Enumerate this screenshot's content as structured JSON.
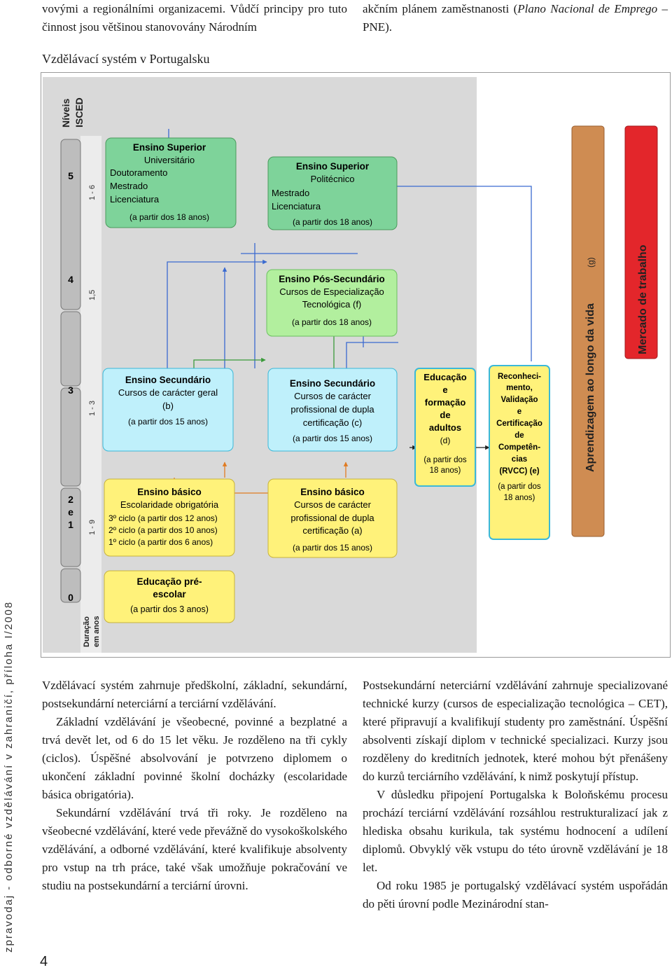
{
  "top_left": "vovými a regionálními organizacemi. Vůdčí principy pro tuto činnost jsou většinou stanovovány Národním",
  "top_right_1": "akčním plánem zaměstnanosti (",
  "top_right_em": "Plano Nacional de Emprego",
  "top_right_2": " – PNE).",
  "figure_title": "Vzdělávací systém v Portugalsku",
  "diagram": {
    "axis_title_1": "Níveis",
    "axis_title_2": "ISCED",
    "axis_bottom_1": "Duração",
    "axis_bottom_2": "em anos",
    "levels": [
      "5",
      "4",
      "3",
      "2",
      "e",
      "1",
      "0"
    ],
    "durations": [
      "1 - 6",
      "1,5",
      "1 - 3",
      "1 - 9"
    ],
    "es_univ": [
      "Ensino Superior",
      "Universitário",
      "Doutoramento",
      "Mestrado",
      "Licenciatura",
      "(a partir dos 18 anos)"
    ],
    "es_poli": [
      "Ensino Superior",
      "Politécnico",
      "Mestrado",
      "Licenciatura",
      "(a partir dos 18 anos)"
    ],
    "pos_sec": [
      "Ensino Pós-Secundário",
      "Cursos de Especialização",
      "Tecnológica (f)",
      "(a partir dos 18 anos)"
    ],
    "sec_geral": [
      "Ensino Secundário",
      "Cursos de carácter geral",
      "(b)",
      "(a partir dos 15 anos)"
    ],
    "sec_prof": [
      "Ensino Secundário",
      "Cursos de carácter",
      "profissional de dupla",
      "certificação (c)",
      "(a partir dos 15 anos)"
    ],
    "eb_geral": [
      "Ensino básico",
      "Escolaridade obrigatória",
      "3º ciclo (a partir dos 12 anos)",
      "2º ciclo (a partir dos 10 anos)",
      "1º ciclo (a partir dos 6 anos)"
    ],
    "eb_prof": [
      "Ensino básico",
      "Cursos de carácter",
      "profissional de dupla",
      "certificação (a)",
      "(a partir dos 15 anos)"
    ],
    "pre_escolar": [
      "Educação pré-",
      "escolar",
      "(a partir dos 3 anos)"
    ],
    "adultos": [
      "Educação",
      "e",
      "formação",
      "de",
      "adultos",
      "(d)",
      "(a partir dos",
      "18 anos)"
    ],
    "rvcc": [
      "Reconheci-",
      "mento,",
      "Validação",
      "e",
      "Certificação",
      "de",
      "Competên-",
      "cias",
      "(RVCC) (e)",
      "(a partir dos",
      "18 anos)"
    ],
    "aprendizagem": "Aprendizagem ao longo da vida",
    "aprendizagem_g": "(g)",
    "mercado": "Mercado de trabalho"
  },
  "bottom_left": [
    "Vzdělávací systém zahrnuje předškolní, základní, sekundární, postsekundární neterciární a terciární vzdělávání.",
    "Základní vzdělávání je všeobecné, povinné a bezplatné a trvá devět let, od 6 do 15 let věku. Je rozděleno na tři cykly (ciclos). Úspěšné absolvování je potvrzeno diplomem o ukončení základní povinné školní docházky (escolaridade básica obrigatória).",
    "Sekundární vzdělávání trvá tři roky. Je rozděleno na všeobecné vzdělávání, které vede převážně do vysokoškolského vzdělávání, a odborné vzdělávání, které kvalifikuje absolventy pro vstup na trh práce, také však umožňuje pokračování ve studiu na postsekundární a terciární úrovni."
  ],
  "bottom_right": [
    "Postsekundární neterciární vzdělávání zahrnuje specializované technické kurzy (cursos de especialização tecnológica – CET), které připravují a kvalifikují studenty pro zaměstnání. Úspěšní absolventi získají diplom v technické specializaci. Kurzy jsou rozděleny do kreditních jednotek, které mohou být přenášeny do kurzů terciárního vzdělávání, k nimž poskytují přístup.",
    "V důsledku připojení Portugalska k Boloňskému procesu prochází terciární vzdělávání rozsáhlou restrukturalizací jak z hlediska obsahu kurikula, tak systému hodnocení a udílení diplomů. Obvyklý věk vstupu do této úrovně vzdělávání je 18 let.",
    "Od roku 1985 je portugalský vzdělávací systém uspořádán do pěti úrovní podle Mezinárodní stan-"
  ],
  "sidebar_text": "zpravodaj - odborné vzdělávání v zahraničí, příloha I/2008",
  "page_number": "4",
  "colors": {
    "green": "#7ed39a",
    "light_green": "#b2ef9e",
    "cyan": "#bff0fb",
    "yellow": "#fff27a",
    "gold": "#c7b23c",
    "orange": "#cf8c52",
    "red": "#e3262b",
    "grey_bar": "#bdbdbd"
  }
}
